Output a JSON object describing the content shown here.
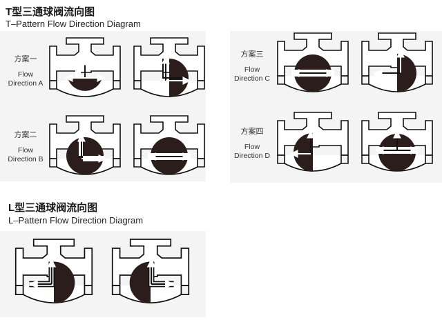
{
  "t_pattern": {
    "title_cn": "T型三通球阀流向图",
    "title_en": "T–Pattern Flow Direction Diagram",
    "schemes": [
      {
        "cn": "方案一",
        "en_line1": "Flow",
        "en_line2": "Direction A"
      },
      {
        "cn": "方案二",
        "en_line1": "Flow",
        "en_line2": "Direction B"
      },
      {
        "cn": "方案三",
        "en_line1": "Flow",
        "en_line2": "Direction C"
      },
      {
        "cn": "方案四",
        "en_line1": "Flow",
        "en_line2": "Direction D"
      }
    ]
  },
  "l_pattern": {
    "title_cn": "L型三通球阀流向图",
    "title_en": "L–Pattern Flow Direction Diagram"
  },
  "colors": {
    "ball": "#2b1d1c",
    "line": "#111111",
    "background_panel": "#f4f4f4"
  }
}
